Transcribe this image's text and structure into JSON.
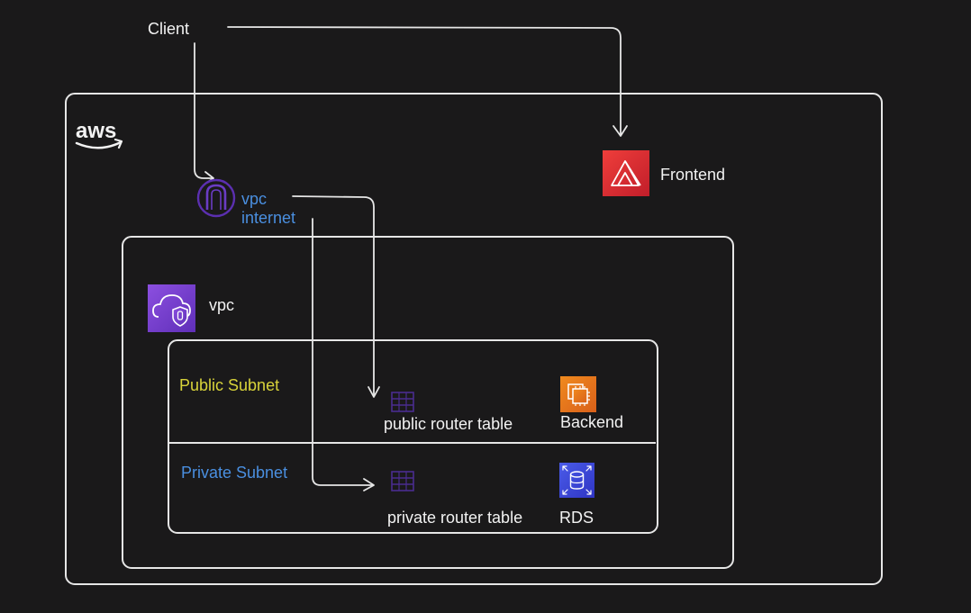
{
  "colors": {
    "background": "#1a191a",
    "stroke": "#e6e6e6",
    "amplify_red": "#d92a2f",
    "vpc_purple": "#7a3fd1",
    "igw_purple": "#5b2fb0",
    "ec2_orange": "#e8731a",
    "rds_blue": "#3a47d6",
    "router_purple": "#4a2c8f",
    "blue_label": "#4a8fe0",
    "yellow_label": "#d8d33a"
  },
  "nodes": {
    "client": {
      "label": "Client"
    },
    "aws_logo": {
      "label": "aws",
      "icon": "aws-smile-logo"
    },
    "frontend": {
      "label": "Frontend",
      "icon": "amplify-icon"
    },
    "internet_gateway": {
      "label_line1": "vpc",
      "label_line2": "internet",
      "icon": "internet-gateway-icon"
    },
    "vpc": {
      "label": "vpc",
      "icon": "vpc-cloud-shield-icon"
    },
    "public_subnet": {
      "label": "Public Subnet"
    },
    "private_subnet": {
      "label": "Private Subnet"
    },
    "public_router_table": {
      "label": "public router table",
      "icon": "router-table-icon"
    },
    "private_router_table": {
      "label": "private router table",
      "icon": "router-table-icon"
    },
    "backend": {
      "label": "Backend",
      "icon": "ec2-chip-icon"
    },
    "rds": {
      "label": "RDS",
      "icon": "rds-database-icon"
    }
  },
  "edges": [
    {
      "from": "client",
      "to": "frontend"
    },
    {
      "from": "client",
      "to": "internet_gateway"
    },
    {
      "from": "internet_gateway",
      "to": "public_router_table"
    },
    {
      "from": "internet_gateway",
      "to": "private_router_table"
    }
  ]
}
